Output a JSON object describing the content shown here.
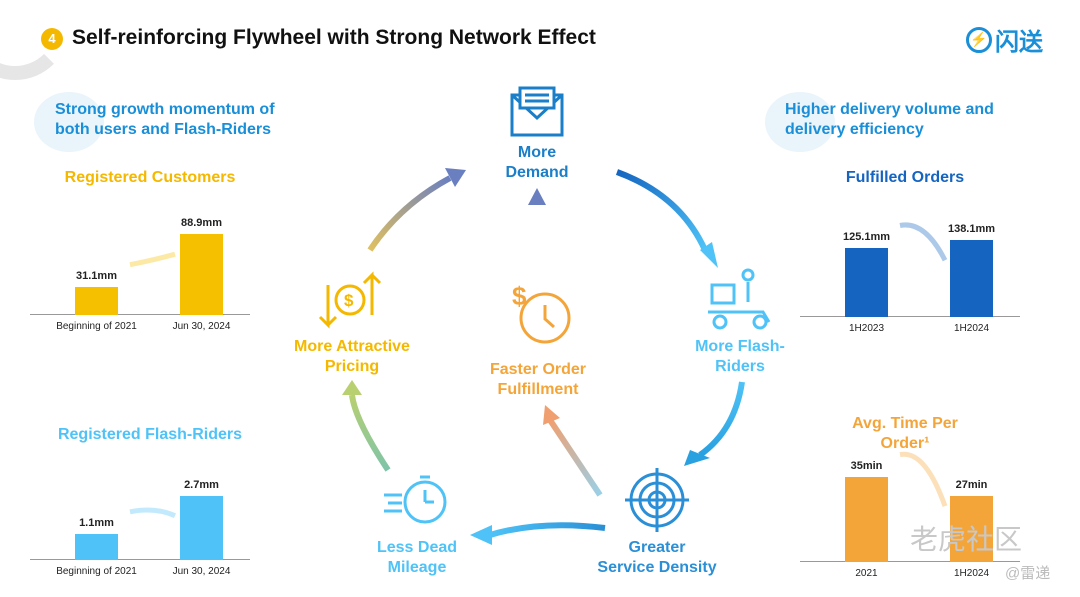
{
  "header": {
    "badge": "4",
    "title": "Self-reinforcing Flywheel with Strong Network Effect",
    "logo_text": "闪送"
  },
  "left": {
    "subtitle_line1": "Strong growth momentum of",
    "subtitle_line2": "both users and Flash-Riders"
  },
  "right": {
    "subtitle_line1": "Higher delivery volume and",
    "subtitle_line2": "delivery efficiency"
  },
  "flywheel": {
    "more_demand": [
      "More",
      "Demand"
    ],
    "more_flash_riders": [
      "More Flash-",
      "Riders"
    ],
    "greater_service_density": [
      "Greater",
      "Service Density"
    ],
    "less_dead_mileage": [
      "Less Dead",
      "Mileage"
    ],
    "more_attractive_pricing": [
      "More Attractive",
      "Pricing"
    ],
    "faster_order_fulfillment": [
      "Faster Order",
      "Fulfillment"
    ]
  },
  "colors": {
    "yellow": "#f5b800",
    "lightblue": "#4fc3f7",
    "blue": "#1a8fd8",
    "darkblue": "#1565c0",
    "orange": "#f4a53a"
  },
  "watermark": {
    "main": "老虎社区",
    "sub": "@雷递"
  },
  "chart_data": [
    {
      "type": "bar",
      "title": "Registered Customers",
      "categories": [
        "Beginning of 2021",
        "Jun 30, 2024"
      ],
      "values": [
        31.1,
        88.9
      ],
      "labels": [
        "31.1mm",
        "88.9mm"
      ],
      "ylim": [
        0,
        110
      ],
      "color": "#f5c000"
    },
    {
      "type": "bar",
      "title": "Registered Flash-Riders",
      "categories": [
        "Beginning of 2021",
        "Jun 30, 2024"
      ],
      "values": [
        1.1,
        2.7
      ],
      "labels": [
        "1.1mm",
        "2.7mm"
      ],
      "ylim": [
        0,
        4.2
      ],
      "color": "#4fc3f7"
    },
    {
      "type": "bar",
      "title": "Fulfilled Orders",
      "categories": [
        "1H2023",
        "1H2024"
      ],
      "values": [
        125.1,
        138.1
      ],
      "labels": [
        "125.1mm",
        "138.1mm"
      ],
      "ylim": [
        0,
        180
      ],
      "color": "#1565c0"
    },
    {
      "type": "bar",
      "title": "Avg. Time Per Order¹",
      "title_line1": "Avg. Time Per",
      "title_line2": "Order¹",
      "categories": [
        "2021",
        "1H2024"
      ],
      "values": [
        35,
        27
      ],
      "labels": [
        "35min",
        "27min"
      ],
      "ylim": [
        0,
        41
      ],
      "color": "#f4a53a"
    }
  ]
}
